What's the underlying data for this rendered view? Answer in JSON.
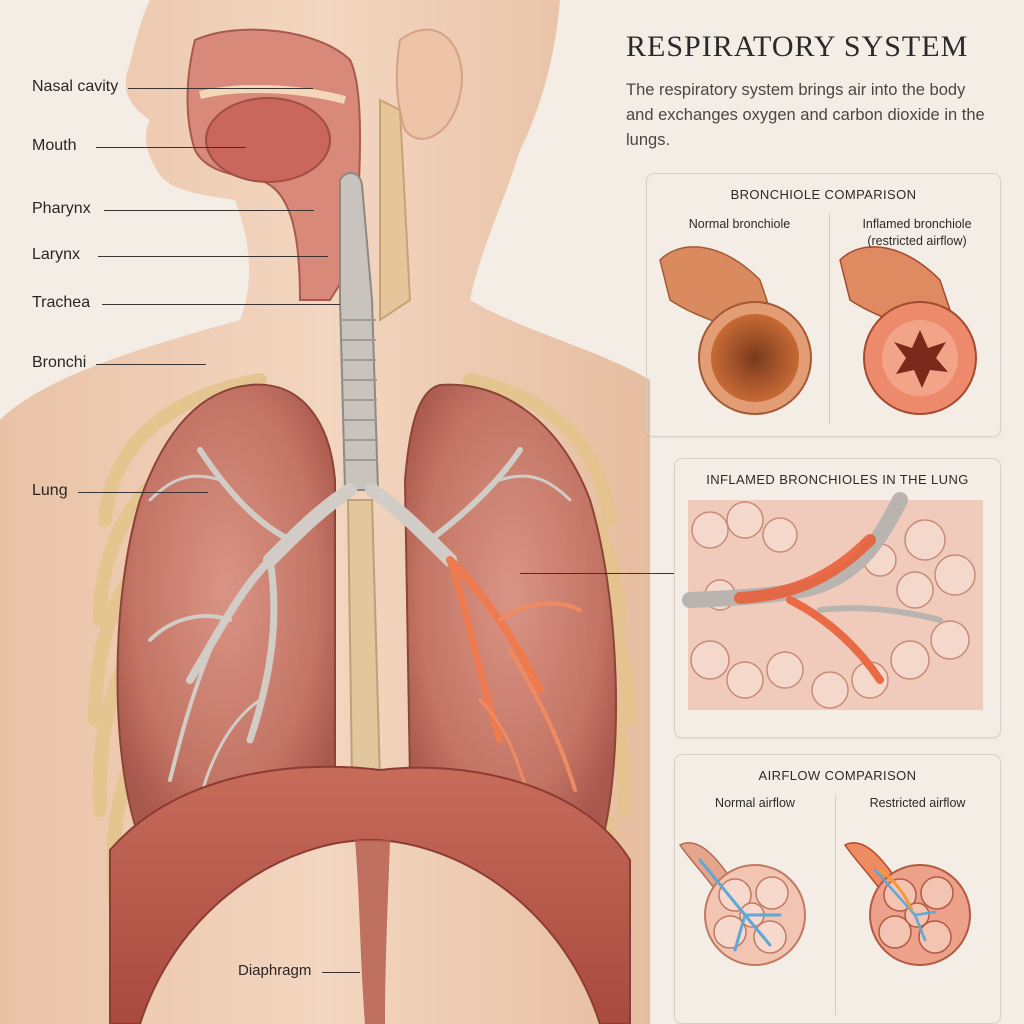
{
  "title": "RESPIRATORY SYSTEM",
  "description": "The respiratory system brings air into the body and exchanges oxygen and carbon dioxide in the lungs.",
  "labels": {
    "nasal_cavity": "Nasal cavity",
    "mouth": "Mouth",
    "pharynx": "Pharynx",
    "larynx": "Larynx",
    "trachea": "Trachea",
    "bronchi": "Bronchi",
    "lung": "Lung",
    "diaphragm": "Diaphragm"
  },
  "panels": {
    "bronchiole_comparison": {
      "title": "BRONCHIOLE COMPARISON",
      "normal": "Normal bronchiole",
      "inflamed": "Inflamed bronchiole",
      "inflamed_note": "(restricted airflow)"
    },
    "inflamed_lung": {
      "title": "INFLAMED BRONCHIOLES IN THE LUNG"
    },
    "airflow_comparison": {
      "title": "AIRFLOW COMPARISON",
      "normal": "Normal airflow",
      "restricted": "Restricted airflow"
    }
  },
  "colors": {
    "background": "#f4ede6",
    "skin": "#f0cdb2",
    "lung": "#c77a6e",
    "muscle": "#c9685a",
    "inflamed": "#e8552e",
    "airflow": "#5fa8d6",
    "cartilage": "#b9b4b0"
  }
}
